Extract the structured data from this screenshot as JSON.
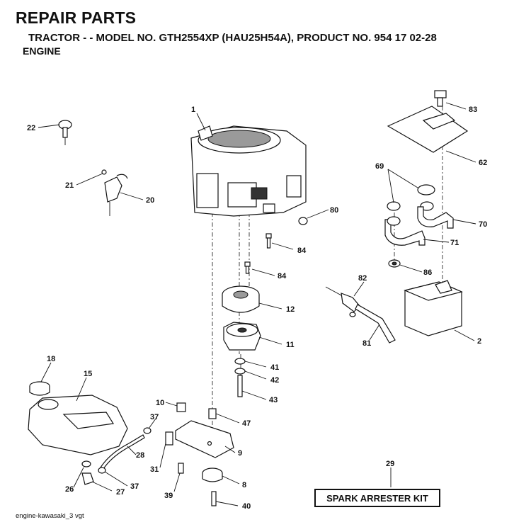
{
  "header": {
    "title": "REPAIR PARTS",
    "subtitle": "TRACTOR - - MODEL NO. GTH2554XP (HAU25H54A), PRODUCT NO. 954 17 02-28",
    "section": "ENGINE"
  },
  "kit_label": "SPARK ARRESTER KIT",
  "footer": "engine-kawasaki_3 vgt",
  "callouts": {
    "c1": "1",
    "c2": "2",
    "c8": "8",
    "c9": "9",
    "c10": "10",
    "c11": "11",
    "c12": "12",
    "c15": "15",
    "c18": "18",
    "c20": "20",
    "c21": "21",
    "c22": "22",
    "c26": "26",
    "c27": "27",
    "c28": "28",
    "c29": "29",
    "c31": "31",
    "c37a": "37",
    "c37b": "37",
    "c39": "39",
    "c40": "40",
    "c41": "41",
    "c42": "42",
    "c43": "43",
    "c47": "47",
    "c62": "62",
    "c69": "69",
    "c70": "70",
    "c71": "71",
    "c80": "80",
    "c81": "81",
    "c82": "82",
    "c83": "83",
    "c84a": "84",
    "c84b": "84",
    "c86": "86"
  }
}
